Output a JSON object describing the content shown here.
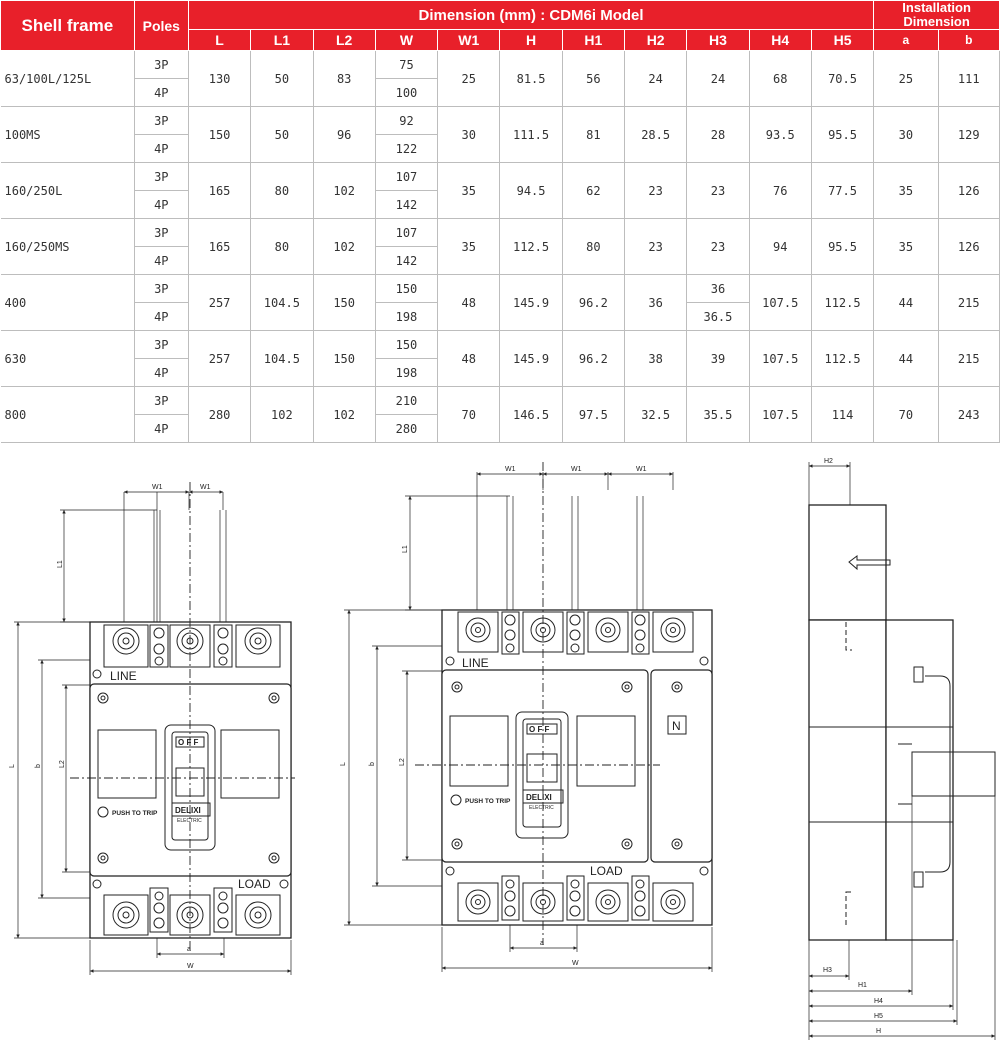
{
  "table": {
    "header_shell_frame": "Shell frame",
    "header_poles": "Poles",
    "header_dimension": "Dimension (mm) : CDM6i Model",
    "header_installation_line1": "Installation",
    "header_installation_line2": "Dimension",
    "columns": [
      "L",
      "L1",
      "L2",
      "W",
      "W1",
      "H",
      "H1",
      "H2",
      "H3",
      "H4",
      "H5"
    ],
    "install_columns": [
      "a",
      "b"
    ],
    "rows": [
      {
        "frame": "63/100L/125L",
        "poles": [
          "3P",
          "4P"
        ],
        "L": "130",
        "L1": "50",
        "L2": "83",
        "W": [
          "75",
          "100"
        ],
        "W1": "25",
        "H": "81.5",
        "H1": "56",
        "H2": "24",
        "H3": [
          "24"
        ],
        "H4": "68",
        "H5": "70.5",
        "a": "25",
        "b": "111"
      },
      {
        "frame": "100MS",
        "poles": [
          "3P",
          "4P"
        ],
        "L": "150",
        "L1": "50",
        "L2": "96",
        "W": [
          "92",
          "122"
        ],
        "W1": "30",
        "H": "111.5",
        "H1": "81",
        "H2": "28.5",
        "H3": [
          "28"
        ],
        "H4": "93.5",
        "H5": "95.5",
        "a": "30",
        "b": "129"
      },
      {
        "frame": "160/250L",
        "poles": [
          "3P",
          "4P"
        ],
        "L": "165",
        "L1": "80",
        "L2": "102",
        "W": [
          "107",
          "142"
        ],
        "W1": "35",
        "H": "94.5",
        "H1": "62",
        "H2": "23",
        "H3": [
          "23"
        ],
        "H4": "76",
        "H5": "77.5",
        "a": "35",
        "b": "126"
      },
      {
        "frame": "160/250MS",
        "poles": [
          "3P",
          "4P"
        ],
        "L": "165",
        "L1": "80",
        "L2": "102",
        "W": [
          "107",
          "142"
        ],
        "W1": "35",
        "H": "112.5",
        "H1": "80",
        "H2": "23",
        "H3": [
          "23"
        ],
        "H4": "94",
        "H5": "95.5",
        "a": "35",
        "b": "126"
      },
      {
        "frame": "400",
        "poles": [
          "3P",
          "4P"
        ],
        "L": "257",
        "L1": "104.5",
        "L2": "150",
        "W": [
          "150",
          "198"
        ],
        "W1": "48",
        "H": "145.9",
        "H1": "96.2",
        "H2": "36",
        "H3": [
          "36",
          "36.5"
        ],
        "H4": "107.5",
        "H5": "112.5",
        "a": "44",
        "b": "215"
      },
      {
        "frame": "630",
        "poles": [
          "3P",
          "4P"
        ],
        "L": "257",
        "L1": "104.5",
        "L2": "150",
        "W": [
          "150",
          "198"
        ],
        "W1": "48",
        "H": "145.9",
        "H1": "96.2",
        "H2": "38",
        "H3": [
          "39"
        ],
        "H4": "107.5",
        "H5": "112.5",
        "a": "44",
        "b": "215"
      },
      {
        "frame": "800",
        "poles": [
          "3P",
          "4P"
        ],
        "L": "280",
        "L1": "102",
        "L2": "102",
        "W": [
          "210",
          "280"
        ],
        "W1": "70",
        "H": "146.5",
        "H1": "97.5",
        "H2": "32.5",
        "H3": [
          "35.5"
        ],
        "H4": "107.5",
        "H5": "114",
        "a": "70",
        "b": "243"
      }
    ]
  },
  "drawing": {
    "front3p": {
      "labels": {
        "w1": "W1",
        "l1": "L1",
        "l": "L",
        "b": "b",
        "l2": "L2",
        "a": "a",
        "w": "W"
      },
      "line_text": "LINE",
      "load_text": "LOAD",
      "push_text": "PUSH TO TRIP",
      "brand": "DELIXI",
      "brand_sub": "ELECTRIC",
      "off_on": "O F F"
    },
    "front4p": {
      "labels": {
        "w1": "W1",
        "l1": "L1",
        "l": "L",
        "b": "b",
        "l2": "L2",
        "a": "a",
        "w": "W"
      },
      "line_text": "LINE",
      "load_text": "LOAD",
      "push_text": "PUSH TO TRIP",
      "brand": "DELIXI",
      "brand_sub": "ELECTRIC",
      "off_on": "O F F",
      "neutral": "N"
    },
    "side": {
      "labels": {
        "h2": "H2",
        "h3": "H3",
        "h1": "H1",
        "h4": "H4",
        "h5": "H5",
        "h": "H"
      }
    },
    "icons": [
      "terminal-screw-icon",
      "mounting-hole-icon",
      "arrow-left-icon",
      "push-to-trip-button-icon"
    ],
    "accent_color": "#e8202a"
  }
}
